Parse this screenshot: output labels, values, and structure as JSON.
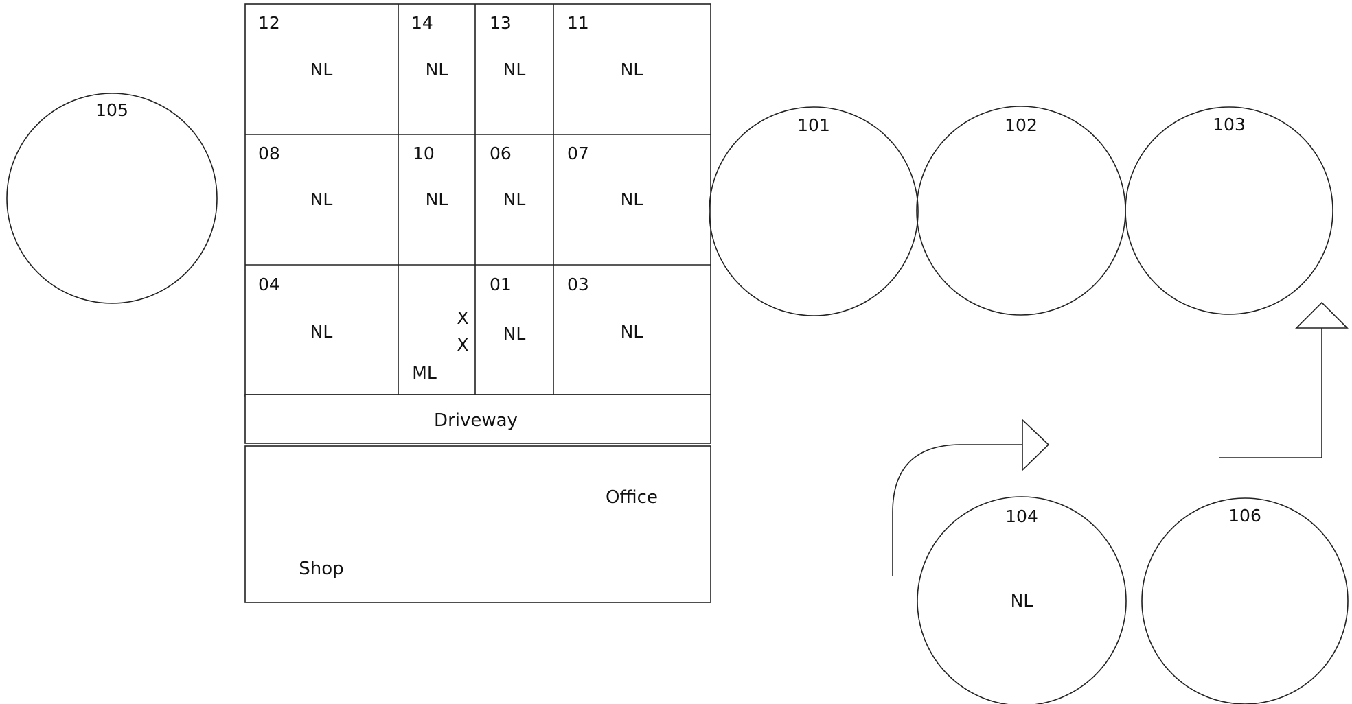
{
  "cells": [
    {
      "id": "cell-12",
      "number": "12",
      "label": "NL"
    },
    {
      "id": "cell-14",
      "number": "14",
      "label": "NL"
    },
    {
      "id": "cell-13",
      "number": "13",
      "label": "NL"
    },
    {
      "id": "cell-11",
      "number": "11",
      "label": "NL"
    },
    {
      "id": "cell-08",
      "number": "08",
      "label": "NL"
    },
    {
      "id": "cell-10",
      "number": "10",
      "label": "NL"
    },
    {
      "id": "cell-06",
      "number": "06",
      "label": "NL"
    },
    {
      "id": "cell-07",
      "number": "07",
      "label": "NL"
    },
    {
      "id": "cell-04",
      "number": "04",
      "label": "NL"
    },
    {
      "id": "cell-ml",
      "number": "",
      "label": "ML",
      "marks": [
        "X",
        "X"
      ]
    },
    {
      "id": "cell-01",
      "number": "01",
      "label": "NL"
    },
    {
      "id": "cell-03",
      "number": "03",
      "label": "NL"
    }
  ],
  "driveway": {
    "label": "Driveway"
  },
  "building": {
    "office_label": "Office",
    "shop_label": "Shop"
  },
  "circles": [
    {
      "id": "105",
      "number": "105",
      "label": ""
    },
    {
      "id": "101",
      "number": "101",
      "label": ""
    },
    {
      "id": "102",
      "number": "102",
      "label": ""
    },
    {
      "id": "103",
      "number": "103",
      "label": ""
    },
    {
      "id": "104",
      "number": "104",
      "label": "NL"
    },
    {
      "id": "106",
      "number": "106",
      "label": ""
    }
  ]
}
